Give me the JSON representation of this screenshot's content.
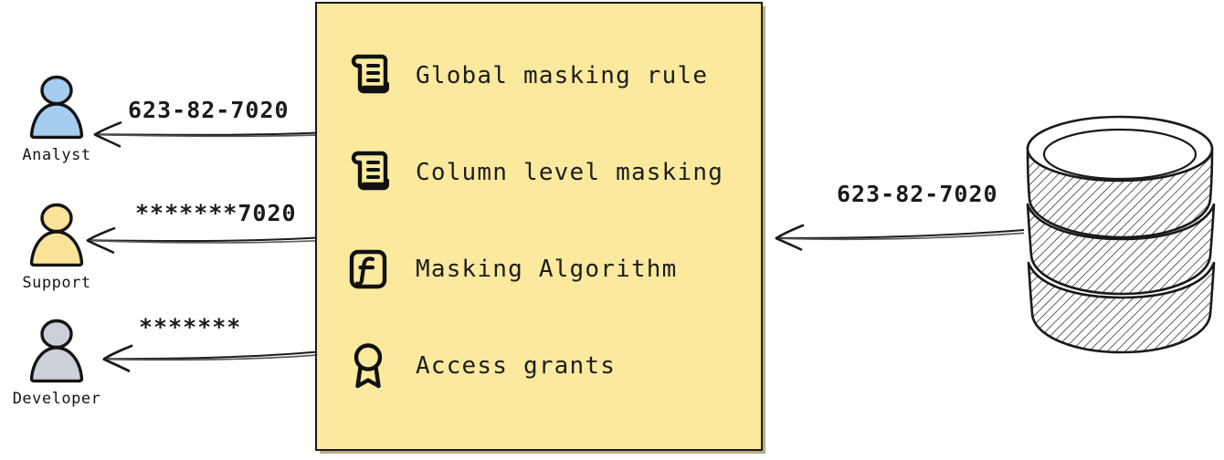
{
  "diagram": {
    "title": "data masking flow",
    "background_color": "#ffffff"
  },
  "policy_panel": {
    "name": "masking policy panel",
    "background_color": "#fbe99e",
    "border_color": "#1a1a1a",
    "items": [
      {
        "icon": "scroll-icon",
        "label": "Global masking rule"
      },
      {
        "icon": "scroll-icon",
        "label": "Column level masking"
      },
      {
        "icon": "function-icon",
        "label": "Masking Algorithm"
      },
      {
        "icon": "award-icon",
        "label": "Access grants"
      }
    ]
  },
  "actors": [
    {
      "label": "Analyst",
      "icon": "person-icon",
      "color": "#a5cdf0"
    },
    {
      "label": "Support",
      "icon": "person-icon",
      "color": "#fbe39a"
    },
    {
      "label": "Developer",
      "icon": "person-icon",
      "color": "#ccd1d9"
    }
  ],
  "flows": {
    "to_actors": [
      {
        "target": "Analyst",
        "value": "623-82-7020"
      },
      {
        "target": "Support",
        "value": "*******7020"
      },
      {
        "target": "Developer",
        "value": "*******"
      }
    ],
    "from_database": {
      "value": "623-82-7020"
    }
  },
  "database": {
    "name": "database-cylinder",
    "discs": 3,
    "fill": "hatched",
    "stroke_color": "#1a1a1a"
  }
}
